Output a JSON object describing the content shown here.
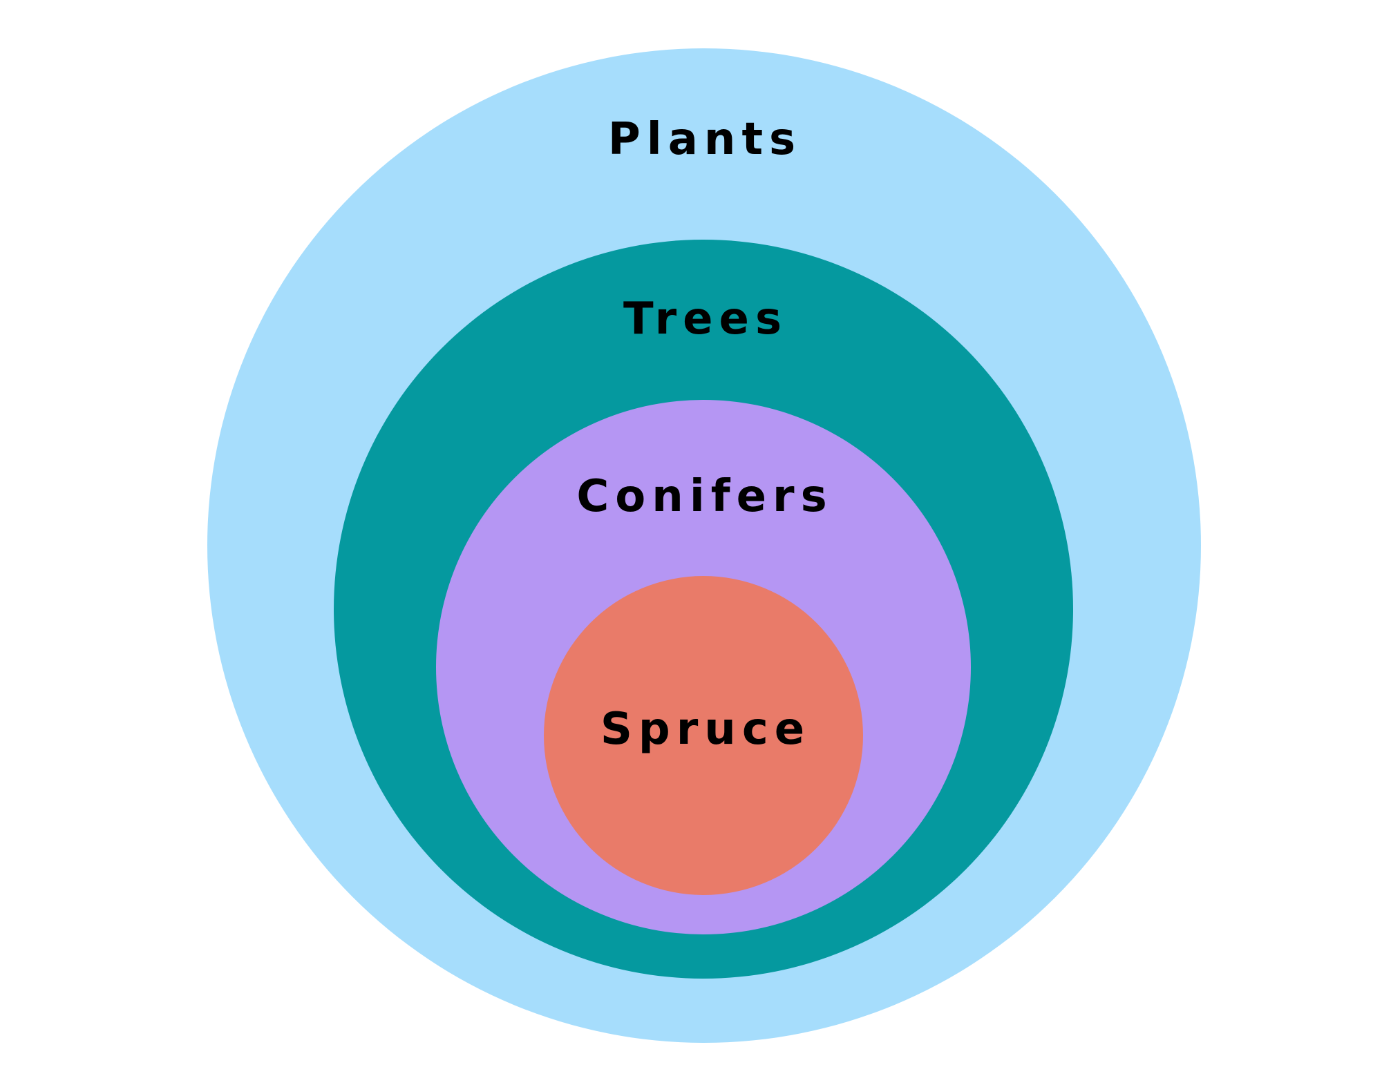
{
  "diagram": {
    "type": "nested-euler",
    "sets": [
      {
        "id": "plants",
        "label": "Plants",
        "color": "#A6DDFC"
      },
      {
        "id": "trees",
        "label": "Trees",
        "color": "#05999F"
      },
      {
        "id": "conifers",
        "label": "Conifers",
        "color": "#B596F3"
      },
      {
        "id": "spruce",
        "label": "Spruce",
        "color": "#E97B69"
      }
    ],
    "relationships": [
      {
        "subset": "trees",
        "of": "plants"
      },
      {
        "subset": "conifers",
        "of": "trees"
      },
      {
        "subset": "spruce",
        "of": "conifers"
      }
    ],
    "label_color": "#000000",
    "background": "#FFFFFF"
  }
}
